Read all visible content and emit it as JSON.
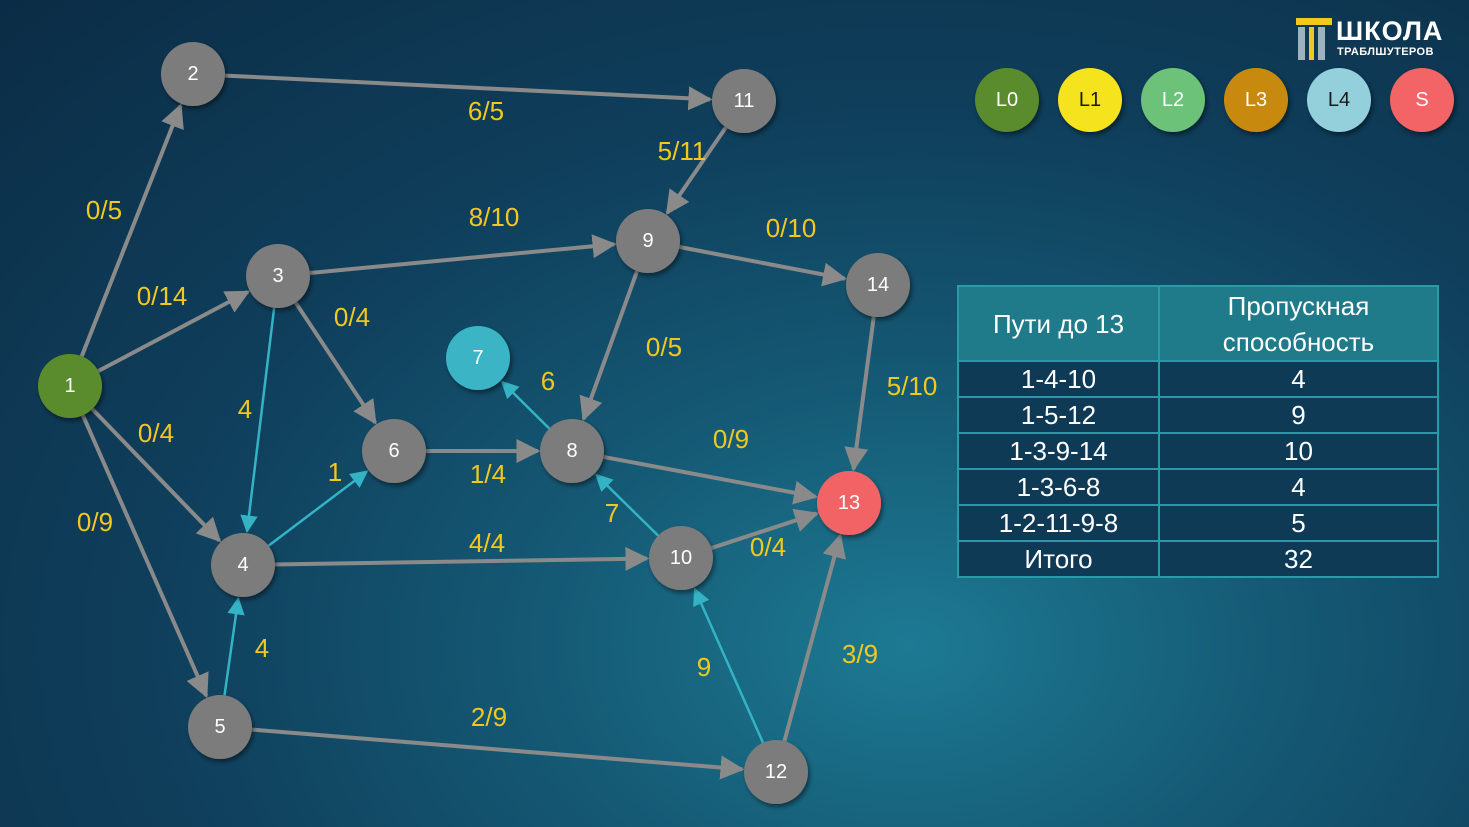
{
  "brand": {
    "name": "ШКОЛА",
    "sub": "ТРАБЛШУТЕРОВ"
  },
  "legend": [
    {
      "label": "L0",
      "color": "#5a8c2e",
      "text_color": "#ffffff"
    },
    {
      "label": "L1",
      "color": "#f5e31e",
      "text_color": "#1a1a1a"
    },
    {
      "label": "L2",
      "color": "#6dc27a",
      "text_color": "#ffffff"
    },
    {
      "label": "L3",
      "color": "#c88a0e",
      "text_color": "#ffffff"
    },
    {
      "label": "L4",
      "color": "#93d0dc",
      "text_color": "#1a1a1a"
    },
    {
      "label": "S",
      "color": "#f26466",
      "text_color": "#ffffff"
    }
  ],
  "colors": {
    "node_default": "#7b7b7b",
    "edge_default": "#8a8a8a",
    "edge_residual": "#34b3c4",
    "label": "#f2c81e"
  },
  "graph": {
    "nodes": [
      {
        "id": "1",
        "label": "1",
        "color": "#5a8c2e"
      },
      {
        "id": "2",
        "label": "2",
        "color": "#7b7b7b"
      },
      {
        "id": "3",
        "label": "3",
        "color": "#7b7b7b"
      },
      {
        "id": "4",
        "label": "4",
        "color": "#7b7b7b"
      },
      {
        "id": "5",
        "label": "5",
        "color": "#7b7b7b"
      },
      {
        "id": "6",
        "label": "6",
        "color": "#7b7b7b"
      },
      {
        "id": "7",
        "label": "7",
        "color": "#3bb4c6"
      },
      {
        "id": "8",
        "label": "8",
        "color": "#7b7b7b"
      },
      {
        "id": "9",
        "label": "9",
        "color": "#7b7b7b"
      },
      {
        "id": "10",
        "label": "10",
        "color": "#7b7b7b"
      },
      {
        "id": "11",
        "label": "11",
        "color": "#7b7b7b"
      },
      {
        "id": "12",
        "label": "12",
        "color": "#7b7b7b"
      },
      {
        "id": "13",
        "label": "13",
        "color": "#f26466"
      },
      {
        "id": "14",
        "label": "14",
        "color": "#7b7b7b"
      }
    ],
    "edges": [
      {
        "from": "1",
        "to": "2",
        "label": "0/5",
        "style": "gray"
      },
      {
        "from": "1",
        "to": "3",
        "label": "0/14",
        "style": "gray"
      },
      {
        "from": "1",
        "to": "4",
        "label": "0/4",
        "style": "gray"
      },
      {
        "from": "1",
        "to": "5",
        "label": "0/9",
        "style": "gray"
      },
      {
        "from": "2",
        "to": "11",
        "label": "6/5",
        "style": "gray"
      },
      {
        "from": "11",
        "to": "9",
        "label": "5/11",
        "style": "gray"
      },
      {
        "from": "3",
        "to": "9",
        "label": "8/10",
        "style": "gray"
      },
      {
        "from": "9",
        "to": "14",
        "label": "0/10",
        "style": "gray"
      },
      {
        "from": "3",
        "to": "6",
        "label": "0/4",
        "style": "gray"
      },
      {
        "from": "3",
        "to": "4",
        "label": "4",
        "style": "cyan"
      },
      {
        "from": "9",
        "to": "8",
        "label": "0/5",
        "style": "gray"
      },
      {
        "from": "14",
        "to": "13",
        "label": "5/10",
        "style": "gray"
      },
      {
        "from": "8",
        "to": "7",
        "label": "6",
        "style": "cyan"
      },
      {
        "from": "4",
        "to": "6",
        "label": "1",
        "style": "cyan"
      },
      {
        "from": "6",
        "to": "8",
        "label": "1/4",
        "style": "gray"
      },
      {
        "from": "8",
        "to": "13",
        "label": "0/9",
        "style": "gray"
      },
      {
        "from": "10",
        "to": "8",
        "label": "7",
        "style": "cyan"
      },
      {
        "from": "4",
        "to": "10",
        "label": "4/4",
        "style": "gray"
      },
      {
        "from": "10",
        "to": "13",
        "label": "0/4",
        "style": "gray"
      },
      {
        "from": "5",
        "to": "4",
        "label": "4",
        "style": "cyan"
      },
      {
        "from": "12",
        "to": "10",
        "label": "9",
        "style": "cyan"
      },
      {
        "from": "12",
        "to": "13",
        "label": "3/9",
        "style": "gray"
      },
      {
        "from": "5",
        "to": "12",
        "label": "2/9",
        "style": "gray"
      }
    ]
  },
  "paths_table": {
    "headers": [
      "Пути до 13",
      "Пропускная способность"
    ],
    "rows": [
      [
        "1-4-10",
        "4"
      ],
      [
        "1-5-12",
        "9"
      ],
      [
        "1-3-9-14",
        "10"
      ],
      [
        "1-3-6-8",
        "4"
      ],
      [
        "1-2-11-9-8",
        "5"
      ]
    ],
    "total": [
      "Итого",
      "32"
    ]
  }
}
